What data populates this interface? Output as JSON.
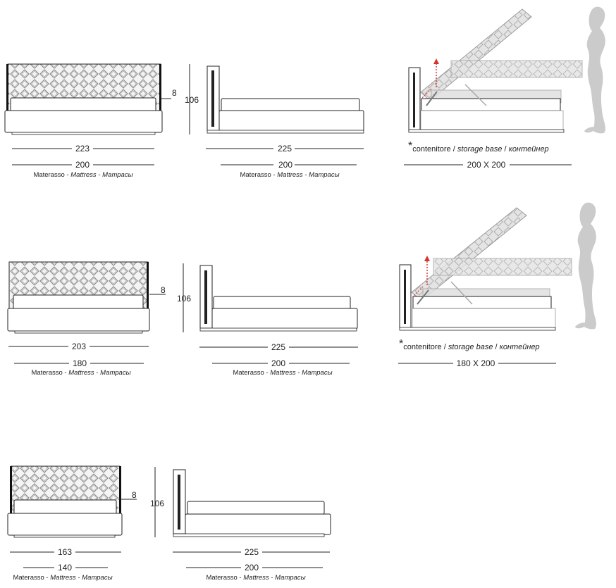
{
  "rows": [
    {
      "front": {
        "total_width": "223",
        "mattress_width": "200",
        "headboard_depth": "8"
      },
      "side": {
        "height": "106",
        "total_length": "225",
        "mattress_length": "200"
      },
      "caption": {
        "it": "Materasso",
        "en": "Mattress",
        "ru": "Матрасы"
      },
      "storage": {
        "note_it": "contenitore",
        "note_en": "storage base",
        "note_ru": "контейнер",
        "size": "200 X 200"
      }
    },
    {
      "front": {
        "total_width": "203",
        "mattress_width": "180",
        "headboard_depth": "8"
      },
      "side": {
        "height": "106",
        "total_length": "225",
        "mattress_length": "200"
      },
      "caption": {
        "it": "Materasso",
        "en": "Mattress",
        "ru": "Матрасы"
      },
      "storage": {
        "note_it": "contenitore",
        "note_en": "storage base",
        "note_ru": "контейнер",
        "size": "180 X 200"
      }
    },
    {
      "front": {
        "total_width": "163",
        "mattress_width": "140",
        "headboard_depth": "8"
      },
      "side": {
        "height": "106",
        "total_length": "225",
        "mattress_length": "200"
      },
      "caption": {
        "it": "Materasso",
        "en": "Mattress",
        "ru": "Матрасы"
      }
    }
  ],
  "separator_dash": " - ",
  "separator_slash": " / ",
  "asterisk": "*",
  "colors": {
    "line": "#222222",
    "lattice": "#888888",
    "figure": "#c8c8c8",
    "arrow": "#d9322b"
  }
}
